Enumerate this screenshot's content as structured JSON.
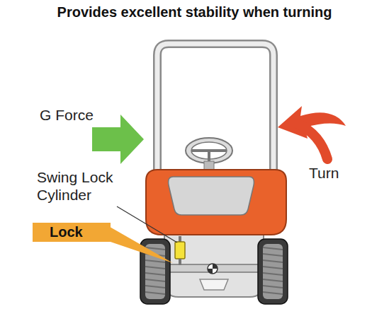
{
  "diagram": {
    "title": "Provides excellent stability when turning",
    "nodes": [
      {
        "text": [
          "Lock"
        ]
      }
    ],
    "labels": [
      "G Force",
      "Turn",
      "Swing Lock Cylinder"
    ]
  }
}
